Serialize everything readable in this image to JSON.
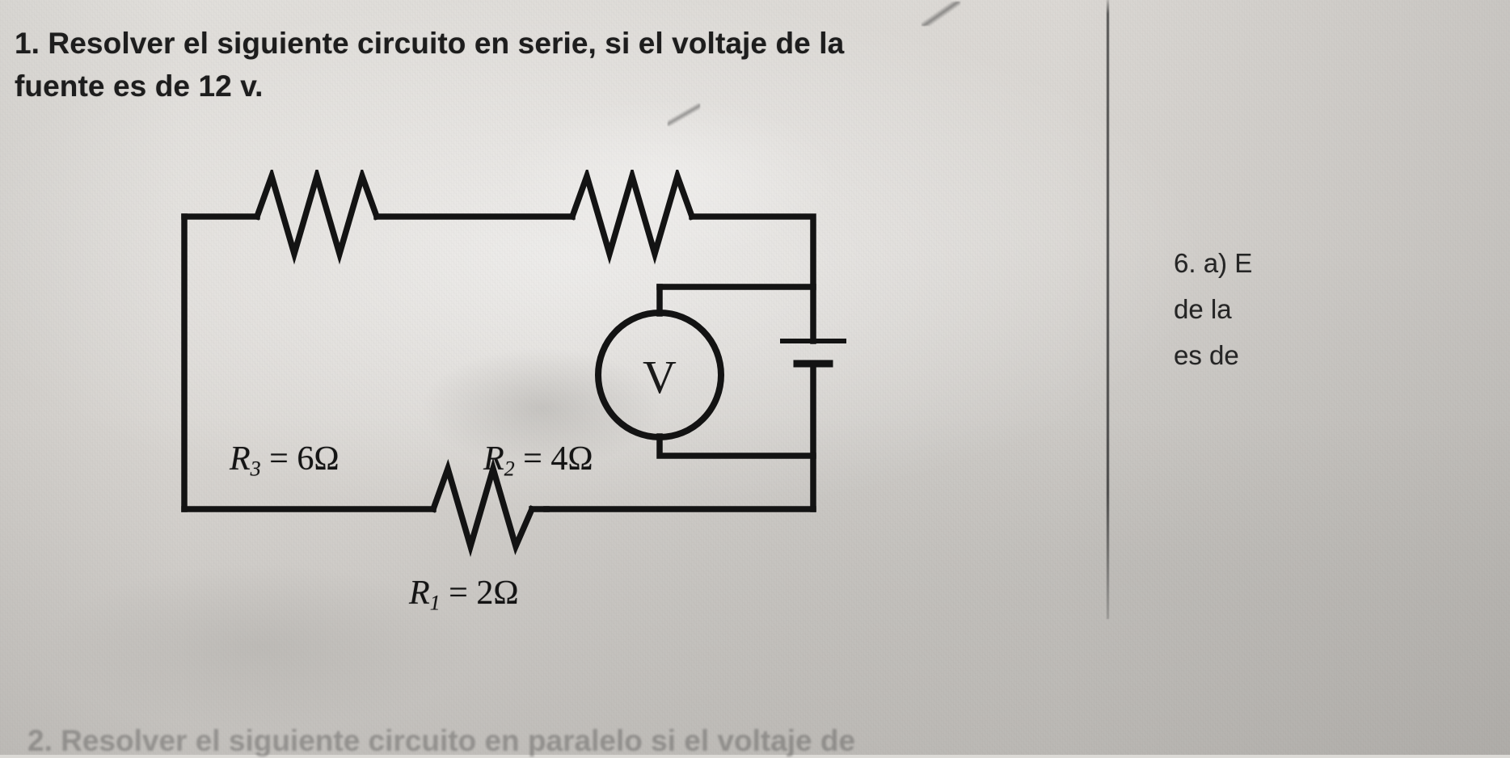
{
  "document": {
    "problem_number": "1.",
    "problem_line1": "1. Resolver el siguiente circuito en serie, si el voltaje de la",
    "problem_line2": "fuente es de 12 v.",
    "source_voltage": "12 v",
    "bottom_partial_line": "2. Resolver el siguiente circuito en paralelo si el voltaje de"
  },
  "circuit": {
    "title": "circuito en serie",
    "components": [
      {
        "id": "R3",
        "label_r": "R",
        "sub": "3",
        "eq": "=",
        "value": "6Ω",
        "full": "R3 = 6Ω",
        "type": "resistor",
        "position": "top-left"
      },
      {
        "id": "R2",
        "label_r": "R",
        "sub": "2",
        "eq": "=",
        "value": "4Ω",
        "full": "R2 = 4Ω",
        "type": "resistor",
        "position": "top-right"
      },
      {
        "id": "R1",
        "label_r": "R",
        "sub": "1",
        "eq": "=",
        "value": "2Ω",
        "full": "R1 = 2Ω",
        "type": "resistor",
        "position": "bottom"
      }
    ],
    "meter": {
      "symbol": "V",
      "name": "voltmeter"
    },
    "battery": {
      "name": "battery-source",
      "value": "12 v"
    },
    "ink_color": "#111111",
    "paper_color": "#dcd9d5"
  },
  "right_column": {
    "line1": "6. a) E",
    "line2": "de la",
    "line3": "es de"
  }
}
